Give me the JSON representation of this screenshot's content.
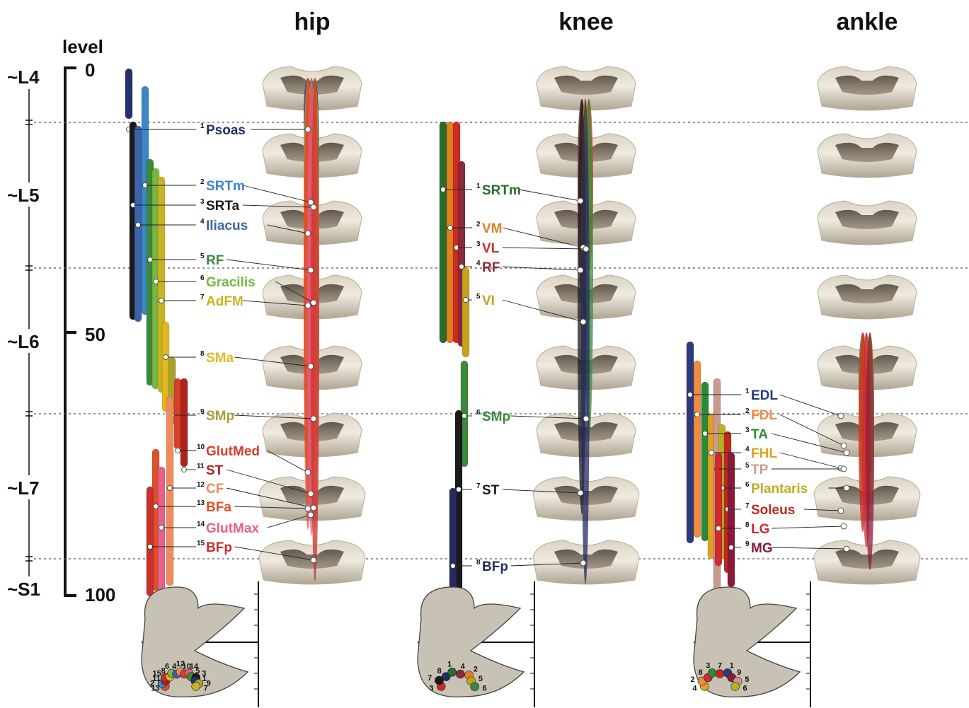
{
  "panels": [
    {
      "title": "hip",
      "muscles": [
        {
          "n": "1",
          "name": "Psoas",
          "color": "#27306e"
        },
        {
          "n": "2",
          "name": "SRTm",
          "color": "#3a86c8"
        },
        {
          "n": "3",
          "name": "SRTa",
          "color": "#1a1a1a"
        },
        {
          "n": "4",
          "name": "Iliacus",
          "color": "#3d62a8"
        },
        {
          "n": "5",
          "name": "RF",
          "color": "#3b8a3b"
        },
        {
          "n": "6",
          "name": "Gracilis",
          "color": "#7ab540"
        },
        {
          "n": "7",
          "name": "AdFM",
          "color": "#c8b422"
        },
        {
          "n": "8",
          "name": "SMa",
          "color": "#e0b820"
        },
        {
          "n": "9",
          "name": "SMp",
          "color": "#a8a030"
        },
        {
          "n": "10",
          "name": "GlutMed",
          "color": "#d6402a"
        },
        {
          "n": "11",
          "name": "ST",
          "color": "#b0221c"
        },
        {
          "n": "12",
          "name": "CF",
          "color": "#f08a5a"
        },
        {
          "n": "13",
          "name": "BFa",
          "color": "#e0502a"
        },
        {
          "n": "14",
          "name": "GlutMax",
          "color": "#e8608a"
        },
        {
          "n": "15",
          "name": "BFp",
          "color": "#c8302a"
        }
      ],
      "cross_section_numbers": [
        "13",
        "2",
        "11",
        "15",
        "8",
        "6",
        "4",
        "12",
        "10",
        "14",
        "5",
        "3",
        "1",
        "9",
        "7"
      ]
    },
    {
      "title": "knee",
      "muscles": [
        {
          "n": "1",
          "name": "SRTm",
          "color": "#2a6a2a"
        },
        {
          "n": "2",
          "name": "VM",
          "color": "#e08020"
        },
        {
          "n": "3",
          "name": "VL",
          "color": "#d02a1e"
        },
        {
          "n": "4",
          "name": "RF",
          "color": "#8a2a3a"
        },
        {
          "n": "5",
          "name": "VI",
          "color": "#c8a020"
        },
        {
          "n": "6",
          "name": "SMp",
          "color": "#3a8a3a"
        },
        {
          "n": "7",
          "name": "ST",
          "color": "#1a1a1a"
        },
        {
          "n": "8",
          "name": "BFp",
          "color": "#252a60"
        }
      ],
      "cross_section_numbers": [
        "3",
        "7",
        "8",
        "1",
        "4",
        "2",
        "5",
        "6"
      ]
    },
    {
      "title": "ankle",
      "muscles": [
        {
          "n": "1",
          "name": "EDL",
          "color": "#2a3a7a"
        },
        {
          "n": "2",
          "name": "FDL",
          "color": "#f08a40"
        },
        {
          "n": "3",
          "name": "TA",
          "color": "#2a8a3a"
        },
        {
          "n": "4",
          "name": "FHL",
          "color": "#e0a020"
        },
        {
          "n": "5",
          "name": "TP",
          "color": "#c89a90"
        },
        {
          "n": "6",
          "name": "Plantaris",
          "color": "#b8b020"
        },
        {
          "n": "7",
          "name": "Soleus",
          "color": "#c02a1e"
        },
        {
          "n": "8",
          "name": "LG",
          "color": "#d02a30"
        },
        {
          "n": "9",
          "name": "MG",
          "color": "#8a1a3a"
        }
      ],
      "cross_section_numbers": [
        "4",
        "2",
        "8",
        "3",
        "7",
        "1",
        "9",
        "5",
        "6"
      ]
    }
  ],
  "level_axis": {
    "title": "level",
    "ticks": [
      "0",
      "50",
      "100"
    ],
    "segments": [
      "~L4",
      "~L5",
      "~L6",
      "~L7",
      "~S1"
    ]
  },
  "colors": {
    "cord_tissue": "#cfc6b4",
    "cord_shadow": "#6e6256",
    "dotted_line": "#555555"
  }
}
